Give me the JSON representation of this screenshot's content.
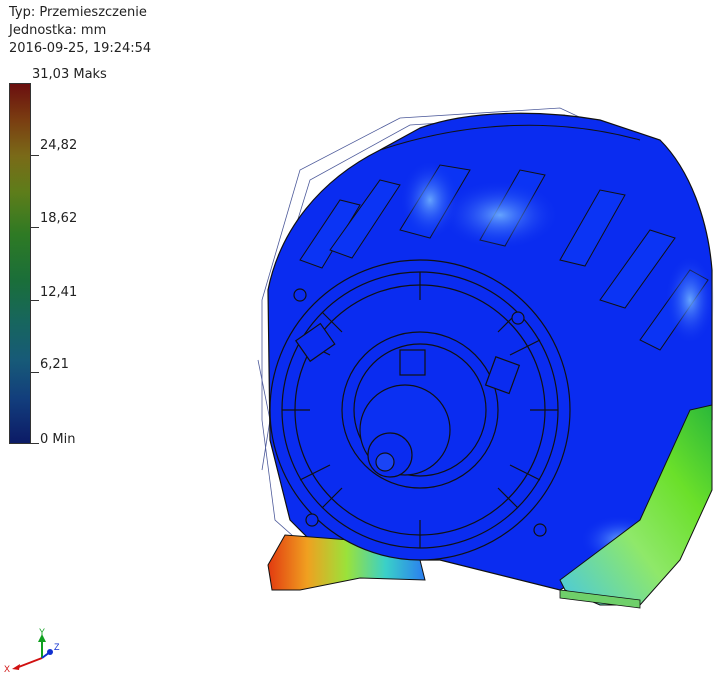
{
  "header": {
    "type_line": "Typ: Przemieszczenie",
    "unit_line": "Jednostka: mm",
    "datetime_line": "2016-09-25, 19:24:54"
  },
  "legend": {
    "max_label": "31,03 Maks",
    "ticks": [
      "24,82",
      "18,62",
      "12,41",
      "6,21"
    ],
    "min_label": "0 Min"
  },
  "triad": {
    "x": "X",
    "y": "Y",
    "z": "Z"
  },
  "colors": {
    "model_blue": "#0a2cf0",
    "legend_top": "#6b0f0f",
    "legend_bottom": "#0c1b66"
  }
}
